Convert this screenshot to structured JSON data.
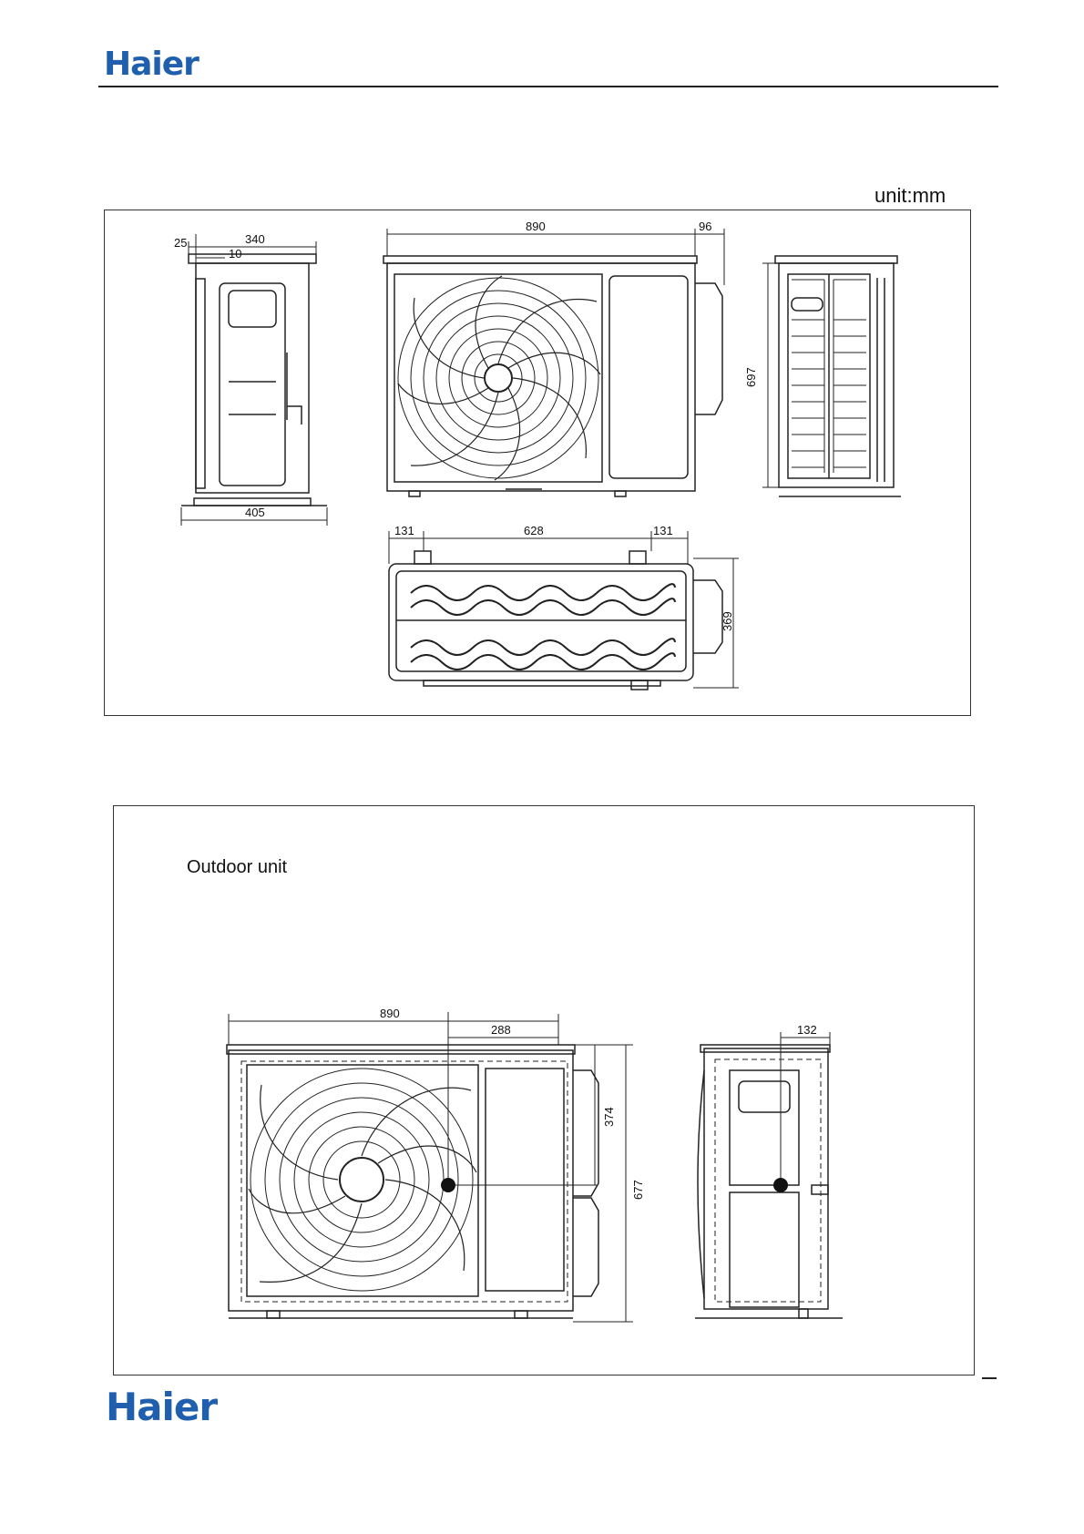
{
  "header": {
    "brand": "Haier"
  },
  "footer": {
    "brand": "Haier"
  },
  "unit_label": "unit:mm",
  "top_drawing": {
    "side_view": {
      "dim_top": "340",
      "dim_left_offset": "25",
      "dim_inner_offset": "10",
      "dim_base": "405"
    },
    "front_view": {
      "dim_width": "890",
      "dim_overhang": "96"
    },
    "right_view": {
      "dim_height": "697"
    },
    "plan_view": {
      "dim_left": "131",
      "dim_middle": "628",
      "dim_right": "131",
      "dim_depth": "369"
    }
  },
  "bottom_drawing": {
    "title": "Outdoor unit",
    "front_view": {
      "dim_width": "890",
      "dim_cog_x": "288",
      "dim_cog_y": "374",
      "dim_height": "677"
    },
    "side_view": {
      "dim_cog_depth": "132"
    }
  },
  "colors": {
    "brand": "#1f5fae",
    "line": "#222222"
  }
}
